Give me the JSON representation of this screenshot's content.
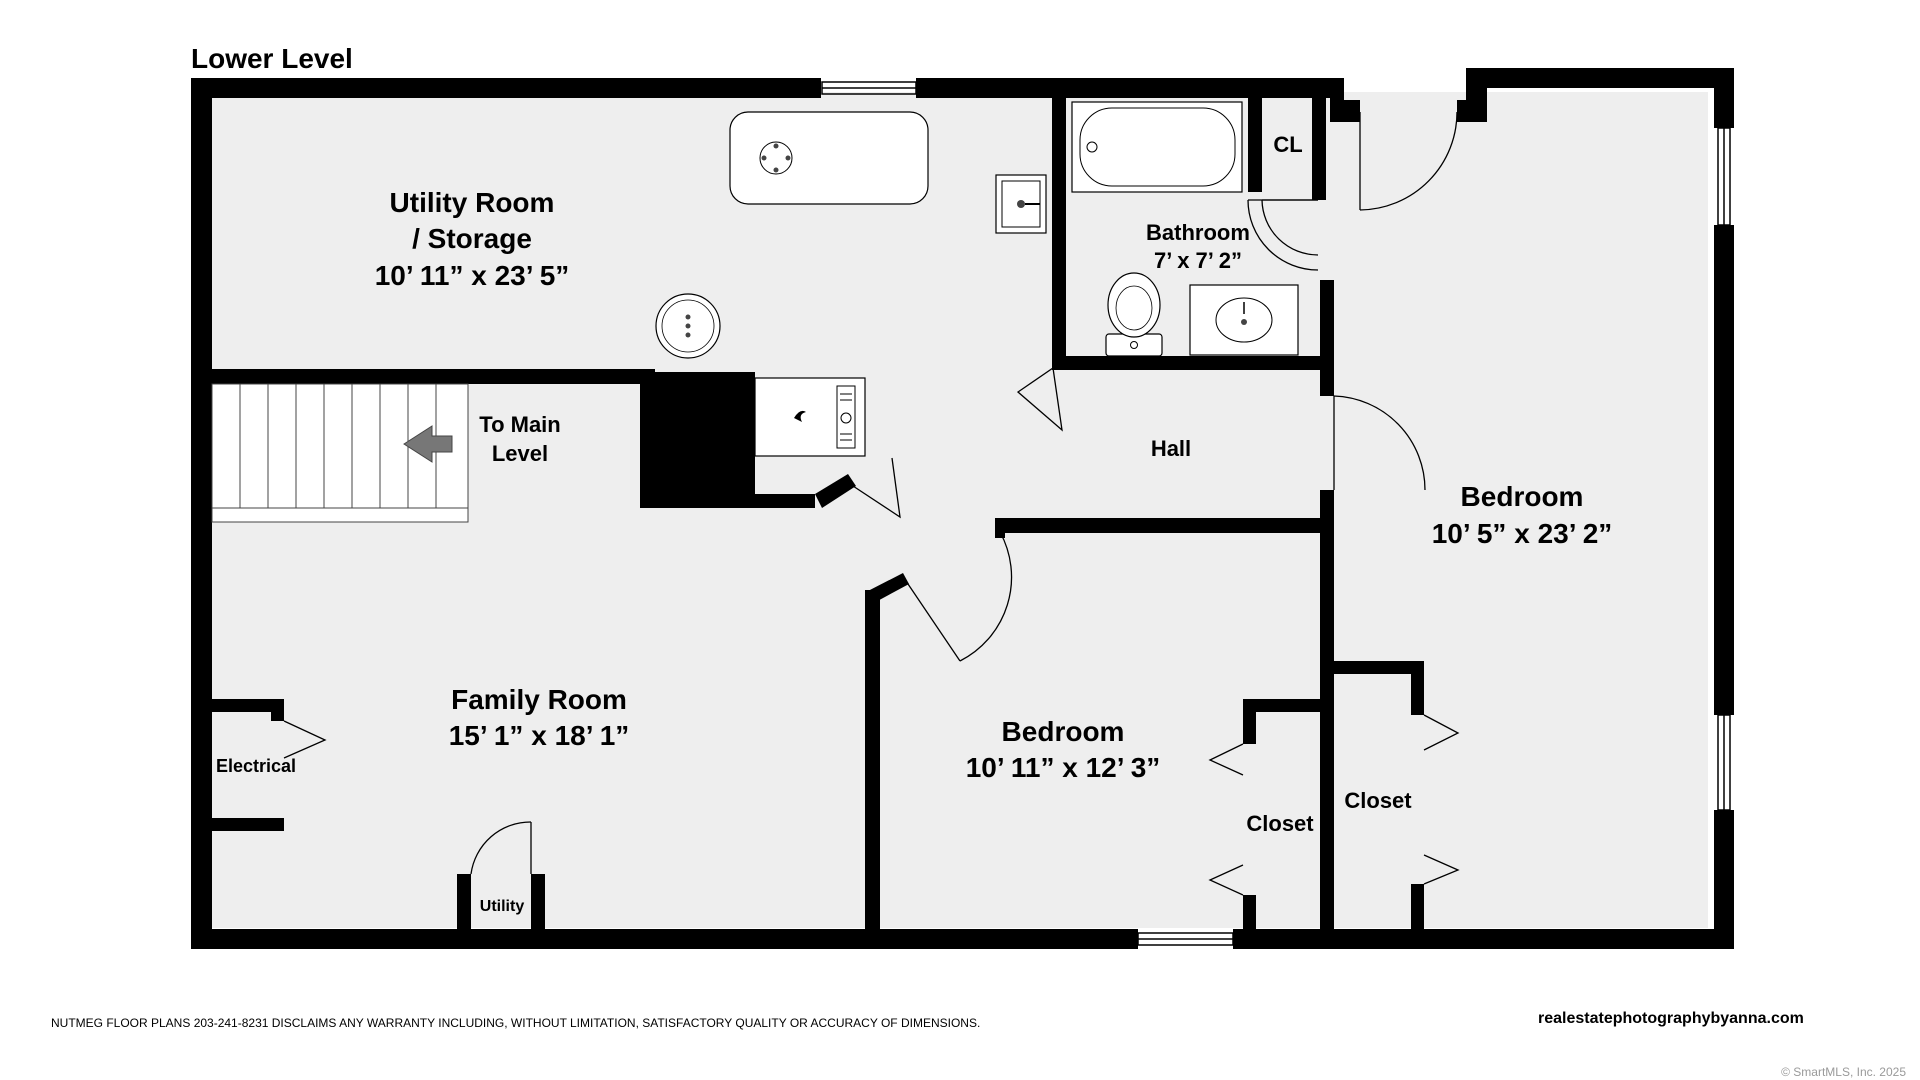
{
  "plan": {
    "title": "Lower Level",
    "rooms": {
      "utility_storage": {
        "name_line1": "Utility Room",
        "name_line2": "/ Storage",
        "dimensions": "10’ 11” x 23’ 5”"
      },
      "bathroom": {
        "name": "Bathroom",
        "dimensions": "7’ x 7’ 2”"
      },
      "closet_small": {
        "name": "CL"
      },
      "stairs": {
        "line1": "To Main",
        "line2": "Level",
        "arrow_icon": "arrow-left-icon"
      },
      "hall": {
        "name": "Hall"
      },
      "bedroom_east": {
        "name": "Bedroom",
        "dimensions": "10’ 5” x 23’ 2”"
      },
      "family_room": {
        "name": "Family Room",
        "dimensions": "15’ 1” x 18’ 1”"
      },
      "electrical": {
        "name": "Electrical"
      },
      "utility_closet": {
        "name": "Utility"
      },
      "bedroom_south": {
        "name": "Bedroom",
        "dimensions": "10’ 11” x 12’ 3”"
      },
      "closet_a": {
        "name": "Closet"
      },
      "closet_b": {
        "name": "Closet"
      }
    },
    "colors": {
      "floor": "#eeeeee",
      "wall": "#000000",
      "arrow": "#777777"
    }
  },
  "footer": {
    "disclaimer": "NUTMEG FLOOR PLANS 203-241-8231 DISCLAIMS ANY WARRANTY INCLUDING, WITHOUT LIMITATION, SATISFACTORY QUALITY OR ACCURACY OF DIMENSIONS.",
    "website": "realestatephotographybyanna.com",
    "copyright": "© SmartMLS, Inc.  2025"
  }
}
